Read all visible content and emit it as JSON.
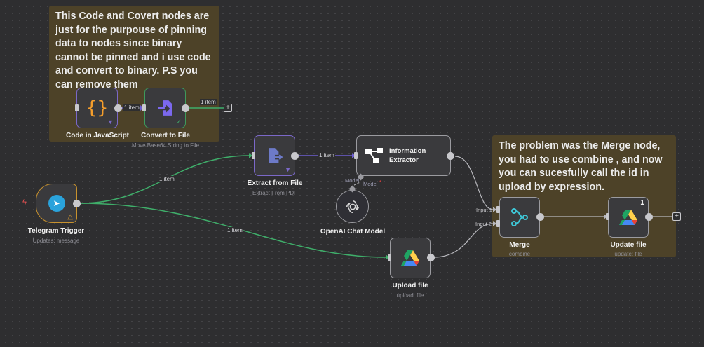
{
  "sticky_notes": [
    {
      "text": "This Code and Covert nodes are just for the purpouse of pinning data to nodes since binary cannot be pinned and i use code and convert to binary. P.S you can remove them",
      "color": "#4d4228"
    },
    {
      "text": "The problem was the Merge node, you had to use combine , and now you can sucesfully call the id in upload by expression.",
      "color": "#4d4228"
    }
  ],
  "nodes": {
    "code": {
      "name": "Code in JavaScript",
      "icon": "code-braces-icon",
      "badge_icon": "pin-icon"
    },
    "convert": {
      "name": "Convert to File",
      "subtitle": "Move Base64 String to File",
      "icon": "file-import-icon",
      "status_icon": "check-icon"
    },
    "telegram": {
      "name": "Telegram Trigger",
      "subtitle": "Updates: message",
      "icon": "telegram-icon",
      "warning_icon": "warning-icon",
      "trigger_icon": "lightning-icon"
    },
    "extract": {
      "name": "Extract from File",
      "subtitle": "Extract From PDF",
      "icon": "file-export-icon",
      "badge_icon": "pin-icon"
    },
    "info": {
      "name_line1": "Information",
      "name_line2": "Extractor",
      "icon": "sitemap-icon",
      "model_label": "Model",
      "model_required": "*"
    },
    "openai": {
      "name": "OpenAI Chat Model",
      "icon": "openai-icon",
      "port_label": "Model"
    },
    "upload": {
      "name": "Upload file",
      "subtitle": "upload: file",
      "icon": "google-drive-icon"
    },
    "merge": {
      "name": "Merge",
      "subtitle": "combine",
      "icon": "merge-icon",
      "input1": "Input 1",
      "input2": "Input 2"
    },
    "update": {
      "name": "Update file",
      "subtitle": "update: file",
      "icon": "google-drive-icon",
      "run_count": "1"
    }
  },
  "edge_labels": {
    "code_to_convert": "1 item",
    "convert_out": "1 item",
    "telegram_to_extract": "1 item",
    "telegram_to_upload": "1 item",
    "extract_to_info": "1 item"
  },
  "add_button": "+",
  "colors": {
    "success_edge": "#3fae6a",
    "pinned_edge": "#6d5fd0",
    "default_edge": "#b8b8bd",
    "canvas": "#2e2e30"
  }
}
